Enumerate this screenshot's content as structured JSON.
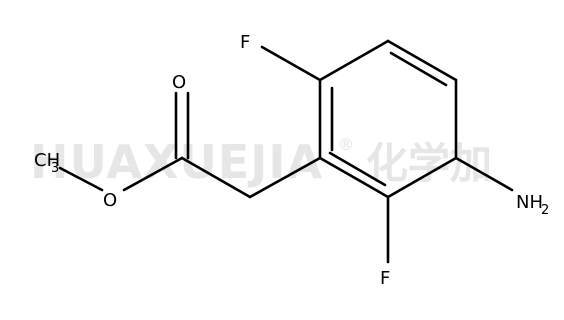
{
  "watermark": {
    "latin": "HUAXUEJIA",
    "registered": "®",
    "chinese": "化学加"
  },
  "molecule": {
    "atoms": {
      "f_top": "F",
      "f_bottom": "F",
      "o_carbonyl": "O",
      "o_ester": "O",
      "methyl_c": "CH",
      "methyl_sub": "3",
      "amine_n": "NH",
      "amine_sub": "2"
    }
  },
  "colors": {
    "bond": "#000000",
    "watermark": "#e6e6e6",
    "background": "#ffffff"
  }
}
